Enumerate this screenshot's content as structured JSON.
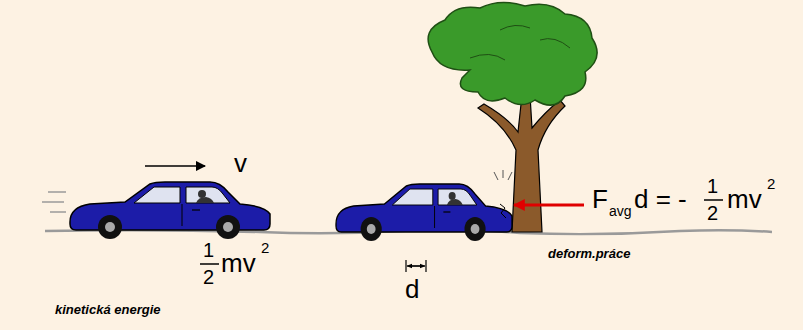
{
  "diagram": {
    "labels": [
      "v",
      "1",
      "2",
      "mv",
      "2",
      "d",
      "F",
      "avg",
      "d = -",
      "1",
      "2",
      "mv",
      "2",
      "kinetická energie",
      "deform.práce"
    ]
  }
}
